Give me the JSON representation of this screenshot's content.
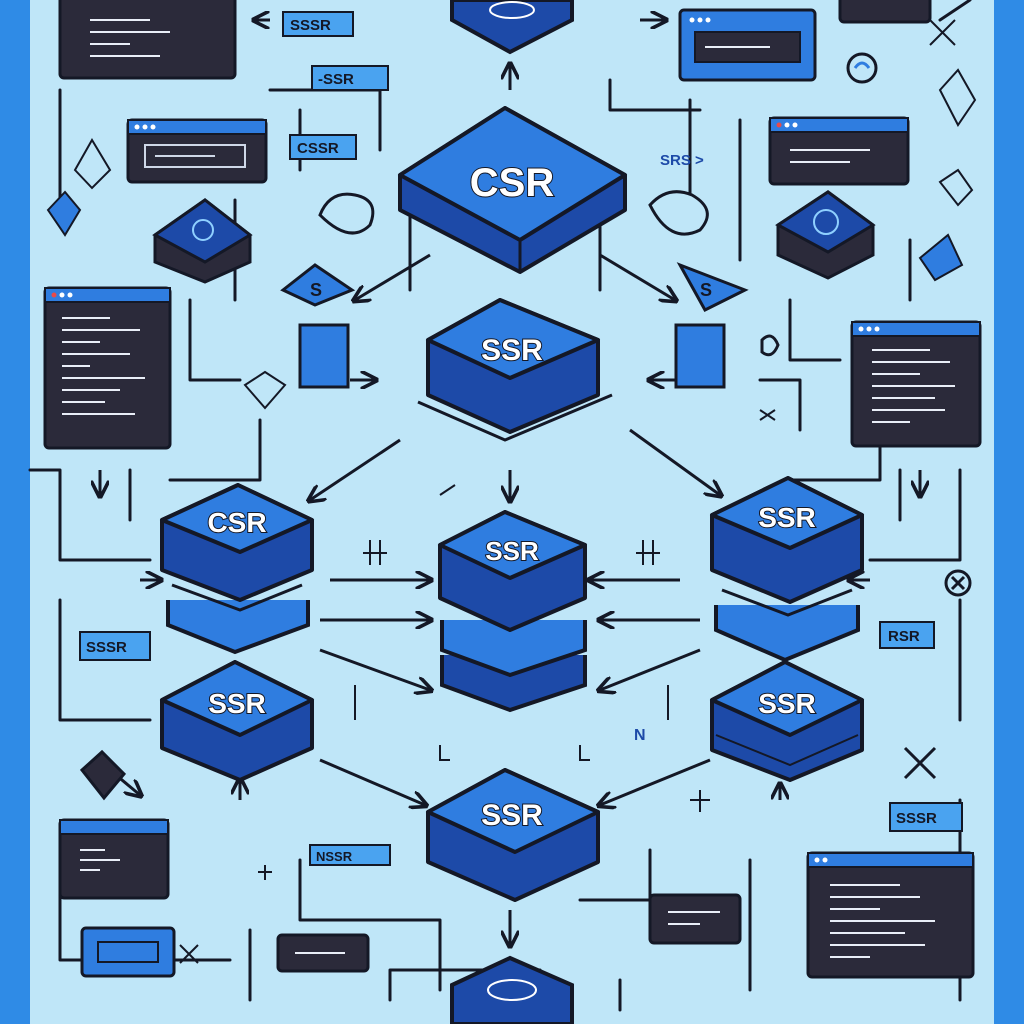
{
  "palette": {
    "background": "#bfe6f8",
    "border": "#2f8be6",
    "node_top": "#2f7de0",
    "node_side": "#1d4aa8",
    "ink": "#141826",
    "window_dark": "#2b2a3a",
    "label_fill": "#4aa3f0"
  },
  "nodes": {
    "top": "CSR",
    "mid_center": "SSR",
    "center": "SSR",
    "left": "CSR",
    "right": "SSR",
    "left_low": "SSR",
    "right_low": "SSR",
    "bottom": "SSR"
  },
  "tags": {
    "top_a": "SSSR",
    "top_b": "-SSR",
    "left_a": "CSSR",
    "right_a": "SRS >",
    "left_mid": "SSSR",
    "right_mid": "RSR",
    "bottom_left": "NSSR",
    "bottom_right": "SSSR",
    "small_s_left": "S",
    "small_s_right": "S",
    "mark_n": "N"
  },
  "icons": [
    "code-window-icon",
    "atom-icon",
    "crystal-icon",
    "globe-icon",
    "close-icon",
    "arrow-icon"
  ]
}
